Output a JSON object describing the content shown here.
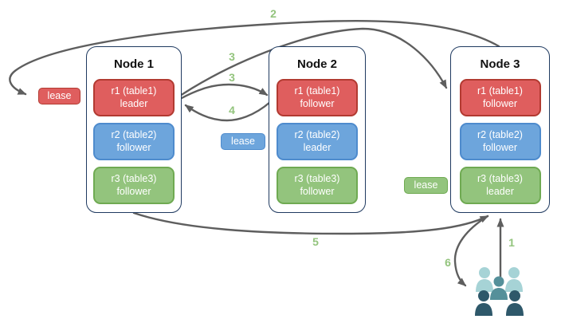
{
  "nodes": [
    {
      "title": "Node 1",
      "replicas": [
        {
          "name": "r1 (table1)",
          "role": "leader",
          "color": "#df5e5e"
        },
        {
          "name": "r2 (table2)",
          "role": "follower",
          "color": "#6da5dc"
        },
        {
          "name": "r3 (table3)",
          "role": "follower",
          "color": "#93c47d"
        }
      ]
    },
    {
      "title": "Node 2",
      "replicas": [
        {
          "name": "r1 (table1)",
          "role": "follower",
          "color": "#df5e5e"
        },
        {
          "name": "r2 (table2)",
          "role": "leader",
          "color": "#6da5dc"
        },
        {
          "name": "r3 (table3)",
          "role": "follower",
          "color": "#93c47d"
        }
      ]
    },
    {
      "title": "Node 3",
      "replicas": [
        {
          "name": "r1 (table1)",
          "role": "follower",
          "color": "#df5e5e"
        },
        {
          "name": "r2 (table2)",
          "role": "follower",
          "color": "#6da5dc"
        },
        {
          "name": "r3 (table3)",
          "role": "leader",
          "color": "#93c47d"
        }
      ]
    }
  ],
  "leases": [
    {
      "label": "lease",
      "color": "#df5e5e"
    },
    {
      "label": "lease",
      "color": "#6da5dc"
    },
    {
      "label": "lease",
      "color": "#93c47d"
    }
  ],
  "steps": {
    "s1": "1",
    "s2": "2",
    "s3a": "3",
    "s3b": "3",
    "s4": "4",
    "s5": "5",
    "s6": "6"
  },
  "icons": {
    "clients": "users-group-icon"
  },
  "colors": {
    "arrow": "#5e5e5e",
    "step_label": "#93c47d",
    "node_border": "#1f3a60",
    "people_light": "#a6d3d6",
    "people_medium": "#55909a",
    "people_dark": "#2e586a"
  }
}
